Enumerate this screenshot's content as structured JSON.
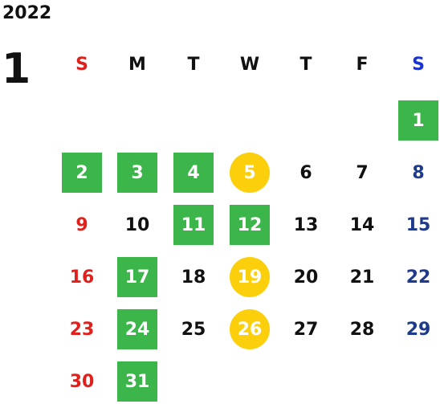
{
  "calendar": {
    "year": "2022",
    "month": "1",
    "weekdays": [
      "S",
      "M",
      "T",
      "W",
      "T",
      "F",
      "S"
    ],
    "colors": {
      "sunday": "#e0201c",
      "saturday_header": "#1a33d6",
      "saturday": "#1e3a8a",
      "weekday": "#111111",
      "holiday_fill": "#3cb54a",
      "event_fill": "#fbcf0c"
    },
    "first_weekday": 6,
    "days_in_month": 31,
    "holiday_days": [
      1,
      2,
      3,
      4,
      11,
      12,
      17,
      24,
      31
    ],
    "event_days": [
      5,
      19,
      26
    ]
  }
}
